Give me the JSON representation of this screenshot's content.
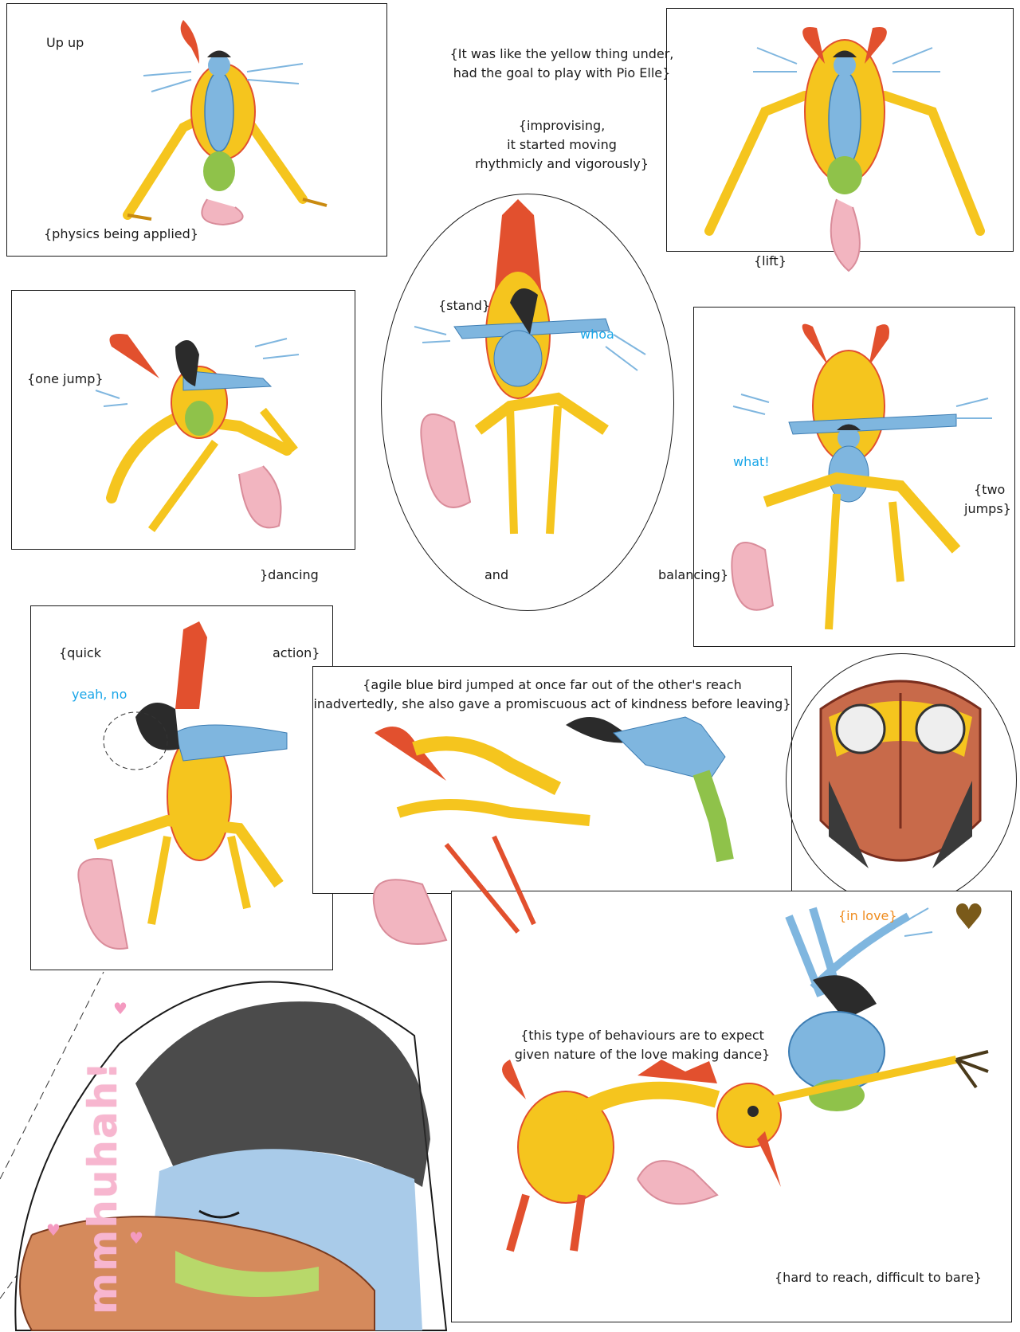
{
  "panels": {
    "p1": {
      "title": "Up up",
      "caption": "{physics being applied}"
    },
    "p2": {
      "line1": "{It was like the yellow thing under,",
      "line2": "had the goal to play with Pio Elle}"
    },
    "p3": {
      "line1": "{improvising,",
      "line2": "it started moving",
      "line3": "rhythmicly and vigorously}"
    },
    "p4": {
      "caption": "{lift}"
    },
    "p5": {
      "caption": "{one jump}",
      "trailing": "}dancing"
    },
    "p6": {
      "caption": "{stand}",
      "speech": "whoa",
      "middle": "and"
    },
    "p7": {
      "speech": "what!",
      "caption_a": "{two",
      "caption_b": "jumps}",
      "trailing": "balancing}"
    },
    "p8": {
      "caption_a": "{quick",
      "caption_b": "action}",
      "speech": "yeah, no"
    },
    "p9": {
      "line1": "{agile blue bird jumped at once far out of the other's reach",
      "line2": "inadvertedly, she also gave a promiscuous act of kindness before leaving}"
    },
    "p10": {
      "speech": "{in love}"
    },
    "p11": {
      "line1": "{this type of behaviours are to expect",
      "line2": "given nature of the love making dance}",
      "caption": "{hard to reach, difficult to bare}"
    },
    "closeup": {
      "sfx": "mmhuhah!"
    }
  },
  "colors": {
    "yellow_bird": "#f5c51e",
    "red_crest": "#e2502e",
    "blue_bird": "#7fb6df",
    "green_feet": "#8fc24a",
    "pink_tail": "#f2b5c0",
    "hair": "#2b2b2b",
    "speech_blue": "#1aa6e8",
    "speech_orange": "#ef8c1e",
    "sfx_pink": "#f7b6cf",
    "heart_brown": "#7a5a1a"
  }
}
